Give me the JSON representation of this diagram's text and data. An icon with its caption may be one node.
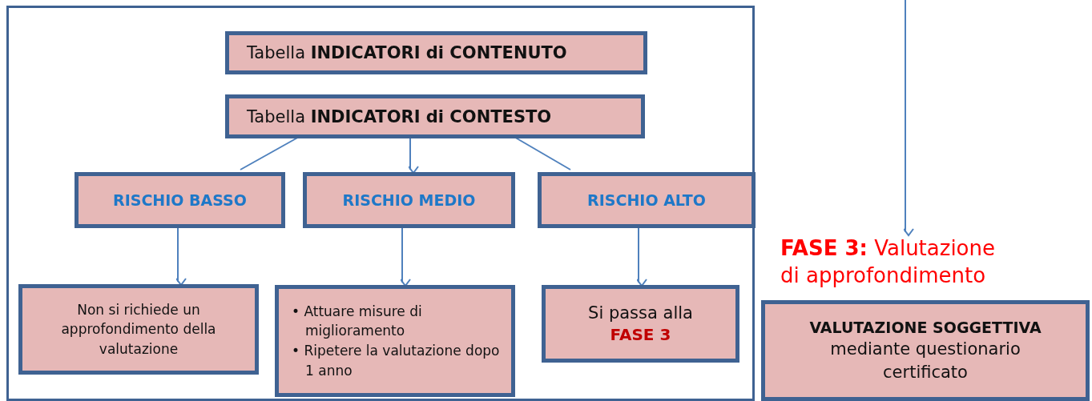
{
  "diagram": {
    "nodes": [
      {
        "text": [],
        "shape": "box"
      },
      {
        "text": [
          "Tabella **INDICATORI di CONTENUTO**"
        ],
        "in": 0
      },
      {
        "text": [
          "Tabella **INDICATORI di CONTESTO**"
        ],
        "in": 0
      },
      {
        "text": [
          "RISCHIO BASSO"
        ],
        "in": 0
      },
      {
        "text": [
          "RISCHIO MEDIO"
        ],
        "in": 0
      },
      {
        "text": [
          "RISCHIO ALTO"
        ],
        "in": 0
      },
      {
        "text": [
          "Non si richiede un approfondimento della valutazione"
        ],
        "in": 0
      },
      {
        "text": [
          "• Attuare misure  di miglioramento",
          "• Ripetere la valutazione dopo 1 anno"
        ],
        "in": 0
      },
      {
        "text": [
          "Si passa alla",
          "FASE 3"
        ],
        "in": 0
      },
      {
        "text": [
          "**FASE 3:** Valutazione di approfondimento"
        ]
      },
      {
        "text": [
          "VALUTAZIONE SOGGETTIVA",
          "mediante questionario certificato"
        ]
      }
    ],
    "edges": [
      {
        "from": 2,
        "to": 3,
        "arrow": "none"
      },
      {
        "from": 2,
        "to": 4,
        "arrow": "to"
      },
      {
        "from": 2,
        "to": 5,
        "arrow": "none"
      },
      {
        "from": 3,
        "to": 6,
        "arrow": "to"
      },
      {
        "from": 4,
        "to": 7,
        "arrow": "to"
      },
      {
        "from": 5,
        "to": 8,
        "arrow": "to"
      },
      {
        "from": null,
        "to": 9,
        "arrow": "to"
      }
    ]
  }
}
